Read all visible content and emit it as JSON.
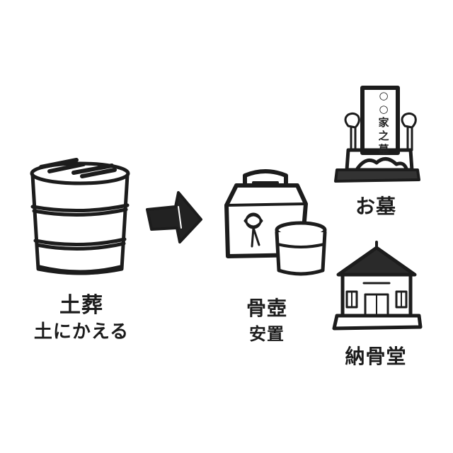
{
  "burial": {
    "title": "土葬",
    "subtitle": "土にかえる"
  },
  "urn": {
    "title": "骨壺",
    "subtitle": "安置"
  },
  "grave": {
    "title": "お墓",
    "inscription": [
      "○",
      "○",
      "家",
      "之",
      "墓"
    ]
  },
  "columbarium": {
    "title": "納骨堂"
  },
  "colors": {
    "ink": "#1c1c1c",
    "background": "#ffffff"
  }
}
